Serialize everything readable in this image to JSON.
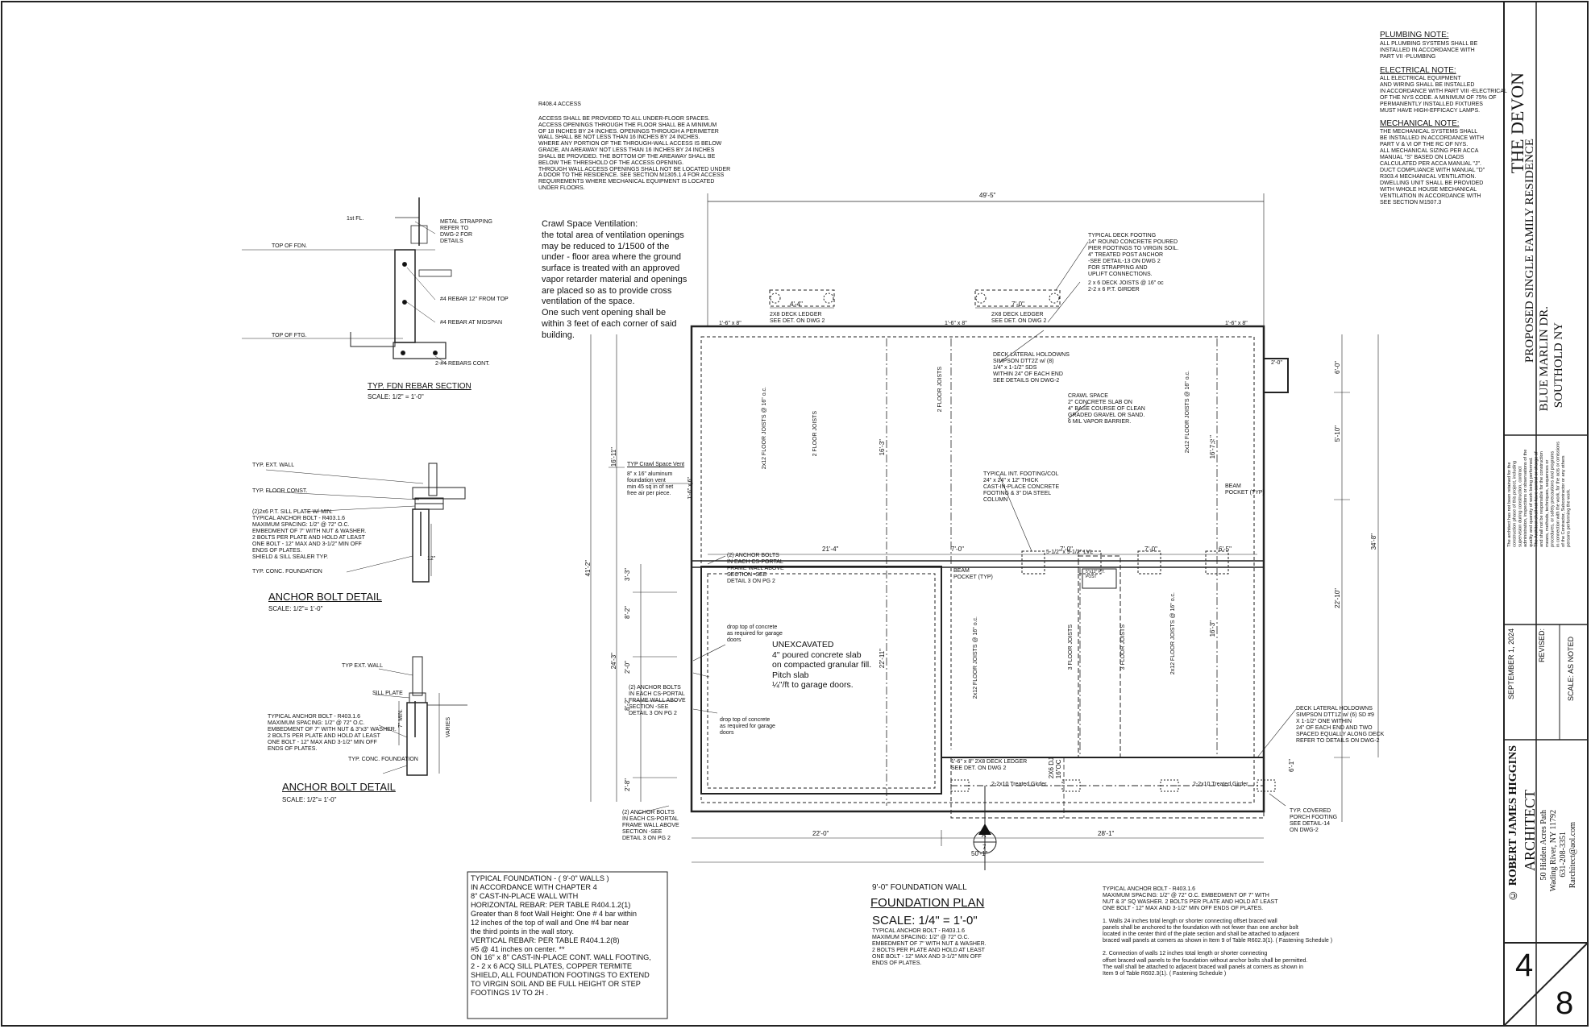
{
  "access_note": {
    "title": "R408.4 ACCESS",
    "body": "ACCESS SHALL BE PROVIDED TO ALL UNDER-FLOOR SPACES.\nACCESS OPENINGS THROUGH THE FLOOR SHALL BE A MINIMUM\nOF 18 INCHES BY 24 INCHES. OPENINGS THROUGH A PERIMETER\nWALL SHALL BE NOT LESS THAN 16 INCHES BY 24 INCHES.\nWHERE ANY PORTION OF THE THROUGH-WALL ACCESS IS BELOW\nGRADE, AN AREAWAY NOT LESS THAN 16 INCHES BY 24 INCHES\nSHALL BE PROVIDED. THE BOTTOM OF THE AREAWAY SHALL BE\nBELOW THE THRESHOLD OF THE ACCESS OPENING.\nTHROUGH WALL ACCESS OPENINGS SHALL NOT BE LOCATED UNDER\nA DOOR TO THE RESIDENCE. SEE SECTION M1305.1.4 FOR ACCESS\nREQUIREMENTS WHERE MECHANICAL EQUIPMENT IS LOCATED\nUNDER FLOORS."
  },
  "crawl_note": "Crawl Space Ventilation:\nthe total area of ventilation openings\nmay be reduced to 1/1500 of the\nunder - floor area where the ground\nsurface is treated with an approved\nvapor retarder material and openings\nare placed so as to provide cross\nventilation of the space.\nOne such vent opening shall be\nwithin 3 feet of each corner of said building.",
  "notes_right": {
    "plumbing_title": "PLUMBING NOTE:",
    "plumbing_body": "ALL PLUMBING SYSTEMS SHALL BE\nINSTALLED IN ACCORDANCE WITH\nPART VII -PLUMBING",
    "electrical_title": "ELECTRICAL NOTE:",
    "electrical_body": "ALL ELECTRICAL EQUIPMENT\nAND WIRING SHALL BE INSTALLED\nIN ACCORDANCE WITH PART VIII -ELECTRICAL\nOF THE NYS CODE. A MINIMUM OF 75% OF\nPERMANENTLY INSTALLED FIXTURES\nMUST HAVE HIGH-EFFICACY LAMPS.",
    "mechanical_title": "MECHANICAL NOTE:",
    "mechanical_body": "THE MECHANICAL SYSTEMS SHALL\nBE INSTALLED IN ACCORDANCE WITH\nPART V & VI OF THE RC OF NYS.\nALL MECHANICAL SIZING PER ACCA\nMANUAL \"S\" BASED ON LOADS\nCALCULATED PER ACCA MANUAL \"J\".\nDUCT COMPLIANCE WITH MANUAL \"D\"",
    "ventilation_body": "R303.4 MECHANICAL VENTILATION.\nDWELLING UNIT SHALL BE PROVIDED\nWITH WHOLE HOUSE MECHANICAL\nVENTILATION IN ACCORDANCE WITH\nSEE SECTION M1507.3"
  },
  "title_block": {
    "project_title": "THE DEVON",
    "project_sub": "PROPOSED SINGLE FAMILY RESIDENCE",
    "address1": "BLUE MARLIN DR.",
    "address2": "SOUTHOLD NY",
    "disclaimer": "The architect has not been retained for the\nconstruction phase of this project, including\nsupervision during construction, contract\nadministration, inspections or observations of the\nquality and quantity of work being performed.\nThe Architect shall not have control or charge of\nand shall not be responsible for the construction\nmeans, methods, techniques, sequences or\nprocedures, or safety precautions and programs\nin connection with the work, for the acts or omissions\nof the Contractor, Subcontractor or any others\npersons performing the work.",
    "date": "SEPTEMBER 1, 2024",
    "revised": "REVISED:",
    "scale": "SCALE: AS NOTED",
    "architect_name": "© ROBERT JAMES HIGGINS",
    "architect_role": "ARCHITECT",
    "arch_addr1": "50 Hidden Acres Path",
    "arch_addr2": "Wading River, NY 11792",
    "arch_phone": "631-208-3351",
    "arch_email": "Rarchitect@aol.com",
    "sheet_no": "4",
    "sheet_total": "8"
  },
  "rebar_section": {
    "label_1st": "1st FL.",
    "label_top_fdn": "TOP OF FDN.",
    "label_top_ftg": "TOP OF FTG.",
    "label_strap": "METAL STRAPPING\nREFER TO\nDWG-2 FOR\nDETAILS",
    "label_rebar_top": "#4 REBAR 12\" FROM TOP",
    "label_rebar_mid": "#4 REBAR AT MIDSPAN",
    "label_rebar_cont": "2-#4 REBARS CONT.",
    "title": "TYP. FDN REBAR SECTION",
    "scale": "SCALE: 1/2\" = 1'-0\""
  },
  "anchor_detail_1": {
    "l1": "TYP. EXT. WALL",
    "l2": "TYP. FLOOR CONST.",
    "l3": "(2)2x6 P.T. SILL PLATE W/ MIN.\nTYPICAL ANCHOR BOLT - R403.1.6\nMAXIMUM SPACING: 1/2\" @ 72\" O.C.\nEMBEDMENT OF 7\" WITH NUT & WASHER.\n2 BOLTS PER PLATE AND HOLD AT LEAST\nONE BOLT - 12\" MAX AND 3-1/2\" MIN OFF\nENDS OF PLATES.\nSHIELD & SILL SEALER TYP.",
    "l4": "TYP. CONC. FOUNDATION",
    "dim": "12\"",
    "title": "ANCHOR BOLT DETAIL",
    "scale": "SCALE: 1/2\"= 1'-0\""
  },
  "anchor_detail_2": {
    "l1": "TYP EXT. WALL",
    "l2": "SILL PLATE",
    "l3": "TYPICAL ANCHOR BOLT - R403.1.6\nMAXIMUM SPACING: 1/2\" @ 72\" O.C.\nEMBEDMENT OF 7\" WITH NUT & 3\"x3\" WASHER.\n2 BOLTS PER PLATE AND HOLD AT LEAST\nONE BOLT - 12\" MAX AND 3-1/2\" MIN OFF\nENDS OF PLATES.",
    "l4": "TYP. CONC. FOUNDATION",
    "dim_min": "7\" MIN.",
    "dim_var": "VARIES",
    "title": "ANCHOR BOLT DETAIL",
    "scale": "SCALE: 1/2\"= 1'-0\""
  },
  "foundation_box": "TYPICAL FOUNDATION - ( 9'-0\" WALLS )\nIN ACCORDANCE WITH CHAPTER 4\n8\" CAST-IN-PLACE WALL WITH\nHORIZONTAL REBAR: PER TABLE R404.1.2(1)\nGreater than 8 foot Wall Height: One # 4 bar within\n12 inches of the top of wall and One #4 bar near\nthe third points in the wall story.\nVERTICAL REBAR: PER TABLE R404.1.2(8)\n#5 @ 41 inches on center. **\nON 16\" x 8\" CAST-IN-PLACE CONT. WALL FOOTING,\n2 - 2 x 6 ACQ SILL PLATES, COPPER TERMITE\nSHIELD, ALL FOUNDATION FOOTINGS TO EXTEND\nTO VIRGIN SOIL AND BE FULL HEIGHT OR STEP\nFOOTINGS 1V TO 2H .",
  "plan_title": {
    "wall": "9'-0\" FOUNDATION WALL",
    "title": "FOUNDATION PLAN",
    "scale": "SCALE: 1/4\" = 1'-0\"",
    "anchor": "TYPICAL ANCHOR BOLT - R403.1.6\nMAXIMUM SPACING: 1/2\" @ 72\" O.C.\nEMBEDMENT OF 7\" WITH NUT & WASHER.\n2 BOLTS PER PLATE AND HOLD AT LEAST\nONE BOLT - 12\" MAX AND 3-1/2\" MIN OFF\nENDS OF PLATES."
  },
  "bottom_note": "TYPICAL ANCHOR BOLT - R403.1.6\nMAXIMUM SPACING: 1/2\" @ 72\" O.C. EMBEDMENT OF 7\" WITH\nNUT & 3\" SQ WASHER. 2 BOLTS PER PLATE AND HOLD AT LEAST\nONE BOLT - 12\" MAX AND 3-1/2\" MIN OFF ENDS OF PLATES.\n\n1. Walls 24 inches total length or shorter connecting offset braced wall\npanels shall be anchored to the foundation with not fewer than one anchor bolt\nlocated in the center third of the plate section and shall be attached to adjacent\nbraced wall panels at corners as shown in Item 9 of Table R602.3(1). ( Fastening Schedule )\n\n2. Connection of walls 12 inches total length or shorter connecting\noffset braced wall panels to the foundation without anchor bolts shall be permitted.\nThe wall shall be attached to adjacent braced wall panels at corners as shown in\nItem 9 of Table R602.3(1). ( Fastening Schedule )",
  "plan": {
    "dim_overall_top": "49'-5\"",
    "dim_overall_bottom": "50'-1\"",
    "dim_bottom_left": "22'-0\"",
    "dim_bottom_right": "28'-1\"",
    "dim_left_overall": "41'-2\"",
    "dim_left_top": "16'-11\"",
    "dim_left_small": "1'-6\" x 6\"",
    "dim_left_garage": "24'-3\"",
    "dim_left_a": "3'-3\"",
    "dim_left_b": "8'-2\"",
    "dim_left_c": "2'-0\"",
    "dim_left_d": "8'-2\"",
    "dim_left_e": "2'-8\"",
    "dim_right_overall": "34'-8\"",
    "dim_right_a": "6'-0\"",
    "dim_right_b": "5'-10\"",
    "dim_right_c": "22'-10\"",
    "dim_right_d": "6'-1\"",
    "dim_bump": "2'-0\"",
    "dim_row": [
      "21'-4\"",
      "7'-0\"",
      "7'-0\"",
      "7'-0\"",
      "6'-5\""
    ],
    "dim_ledger_a": "4'-4\"",
    "dim_ledger_b": "7'-0\"",
    "dim_ledger_corner": "1'-6\" x 8\"",
    "dim_inner_163a": "16'-3\"",
    "dim_inner_163b": "16'-3\"",
    "dim_inner_1671": "16'-7½\"",
    "dim_inner_2211": "22'-11\"",
    "dim_1_6": "1'-6\"",
    "ledger_label": "2X8 DECK LEDGER\nSEE DET. ON DWG 2",
    "ledger_label_b": "2X8 DECK LEDGER\nSEE DET. ON DWG 2",
    "ledger_label_bottom": "1'-6\" x 8\" 2X8 DECK LEDGER\nSEE DET. ON DWG 2",
    "deck_footing": "TYPICAL DECK FOOTING\n14\" ROUND CONCRETE POURED\nPIER FOOTINGS TO VIRGIN SOIL.\n4\" TREATED POST ANCHOR\n-SEE DETAIL-13 ON DWG 2\nFOR STRAPPING AND\nUPLIFT CONNECTIONS.",
    "deck_joists": "2 x 6 DECK JOISTS @ 16\" oc\n2-2 x 6 P.T. GIRDER",
    "holdowns": "DECK LATERAL HOLDOWNS\nSIMPSON DTT2Z w/ (8)\n1/4\" x 1-1/2\" SDS\nWITHIN 24\" OF EACH END\nSEE DETAILS ON DWG-2",
    "crawl_space": "CRAWL SPACE\n2\" CONCRETE SLAB ON\n4\" BASE COURSE OF CLEAN\nGRADED GRAVEL OR SAND.\n6 MIL VAPOR BARRIER.",
    "int_footing": "TYPICAL INT. FOOTING/COL\n24\" x 24\" x 12\" THICK\nCAST-IN-PLACE CONCRETE\nFOOTING & 3\" DIA STEEL\nCOLUMN",
    "vent_title": "TYP Crawl Space Vent",
    "vent_body": "8\" x 16\" aluminum\nfoundation vent\nmin 45 sq in of net\nfree air per piece.",
    "lvl": "5-1/2\" x 9-1/2\" LVL",
    "beam_left": "BEAM\nPOCKET (TYP)",
    "beam_right": "BEAM\nPOCKET (TYP)",
    "hatch_box": "5\"x12\" P.T.\nPOST",
    "joists_a": "2x12 FLOOR JOISTS @ 16\" o.c.",
    "joists_b": "2 FLOOR JOISTS",
    "joists_c": "2 FLOOR JOISTS",
    "joists_d": "2x12 FLOOR JOISTS @ 16\" o.c.",
    "joists_e": "2x12 FLOOR JOISTS @ 16\" o.c.",
    "joists_f": "3 FLOOR JOISTS",
    "joists_g": "3 FLOOR JOISTS",
    "joists_h": "2x12 FLOOR JOISTS @ 16\" o.c.",
    "anchor_a": "(2) ANCHOR BOLTS\nIN EACH CS-PORTAL\nFRAME WALL ABOVE\nSECTION -SEE\nDETAIL 3 ON PG 2",
    "anchor_b": "(2) ANCHOR BOLTS\nIN EACH CS-PORTAL\nFRAME WALL ABOVE\nSECTION -SEE\nDETAIL 3 ON PG 2",
    "anchor_c": "(2) ANCHOR BOLTS\nIN EACH CS-PORTAL\nFRAME WALL ABOVE\nSECTION -SEE\nDETAIL 3 ON PG 2",
    "drop_a": "drop top of concrete\nas required for garage\ndoors",
    "drop_b": "drop top of concrete\nas required for garage\ndoors",
    "unexcavated": "UNEXCAVATED\n4\" poured concrete slab\non compacted granular fill.\nPitch slab\n¼\"/ft to garage doors.",
    "deck_joist_label": "2X6 DJ\n16\"OC",
    "girder_a": "2-2x10 Treated Girder",
    "girder_b": "2-2x10 Treated Girder",
    "holdowns_b": "DECK LATERAL HOLDOWNS\nSIMPSON DTT1Z w/ (6) SD #9\nX 1-1/2\" ONE WITHIN\n24\" OF EACH END AND TWO\nSPACED EQUALLY ALONG DECK\nREFER TO DETAILS ON DWG-2",
    "porch_footing": "TYP. COVERED\nPORCH FOOTING\nSEE DETAIL-14\nON DWG-2",
    "section_a": "A",
    "section_num": "7"
  }
}
